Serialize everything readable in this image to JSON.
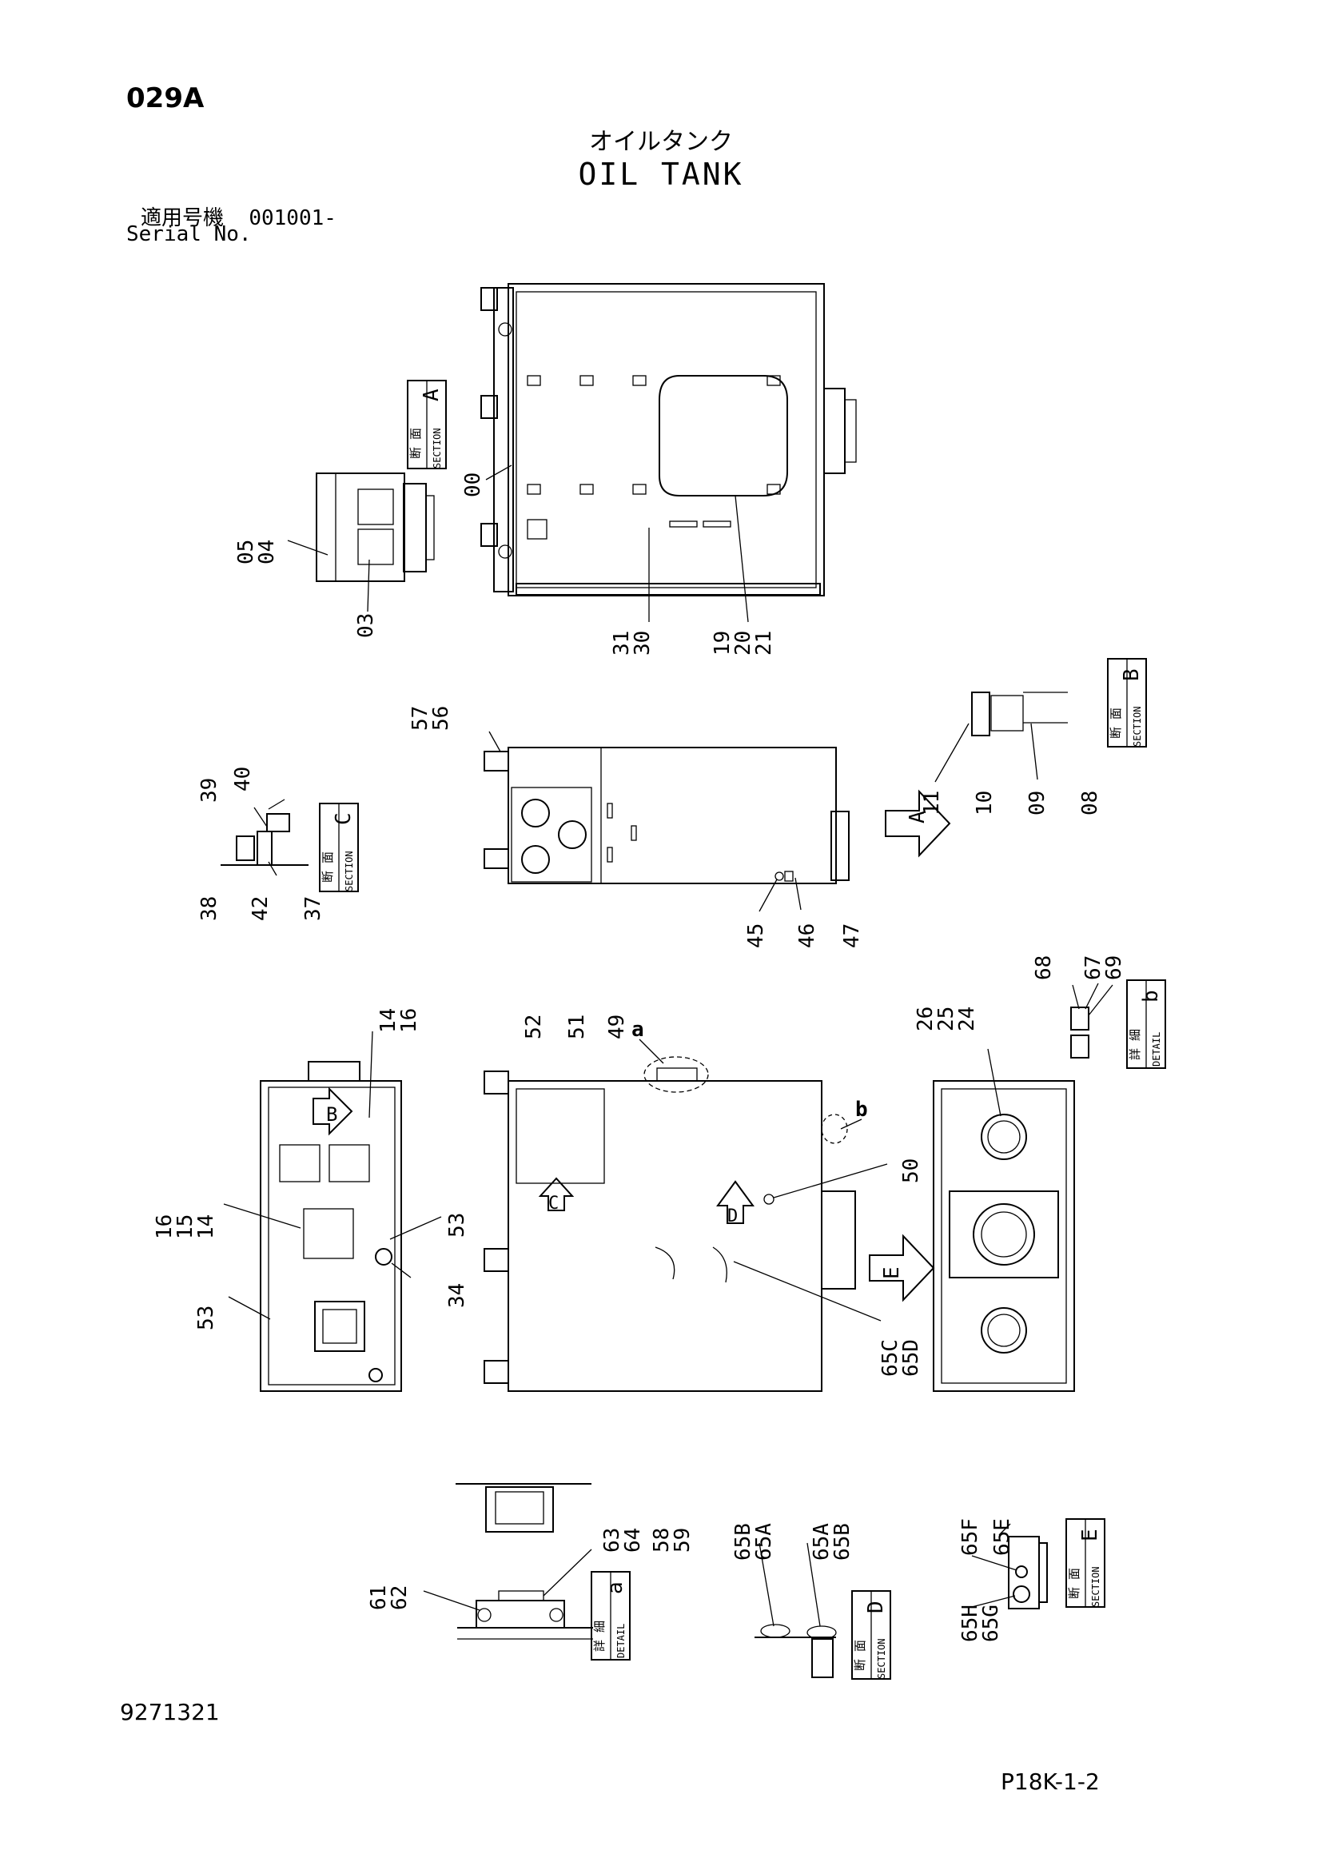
{
  "header": {
    "code": "029A",
    "title_jp": "オイルタンク",
    "title_en": "OIL TANK",
    "serial_label_jp": "適用号機",
    "serial_value": "001001-",
    "serial_label_en": "Serial No."
  },
  "footer": {
    "document_number": "9271321",
    "page_ref": "P18K-1-2"
  },
  "callouts": [
    {
      "key": "c00",
      "text": "00"
    },
    {
      "key": "c05",
      "text": "05"
    },
    {
      "key": "c04",
      "text": "04"
    },
    {
      "key": "c03",
      "text": "03"
    },
    {
      "key": "c31",
      "text": "31"
    },
    {
      "key": "c30",
      "text": "30"
    },
    {
      "key": "c19",
      "text": "19"
    },
    {
      "key": "c20",
      "text": "20"
    },
    {
      "key": "c21",
      "text": "21"
    },
    {
      "key": "c57",
      "text": "57"
    },
    {
      "key": "c56",
      "text": "56"
    },
    {
      "key": "c39",
      "text": "39"
    },
    {
      "key": "c40",
      "text": "40"
    },
    {
      "key": "c38",
      "text": "38"
    },
    {
      "key": "c42",
      "text": "42"
    },
    {
      "key": "c37",
      "text": "37"
    },
    {
      "key": "c11",
      "text": "11"
    },
    {
      "key": "c10",
      "text": "10"
    },
    {
      "key": "c09",
      "text": "09"
    },
    {
      "key": "c08",
      "text": "08"
    },
    {
      "key": "c45",
      "text": "45"
    },
    {
      "key": "c46",
      "text": "46"
    },
    {
      "key": "c47",
      "text": "47"
    },
    {
      "key": "c68",
      "text": "68"
    },
    {
      "key": "c67",
      "text": "67"
    },
    {
      "key": "c69",
      "text": "69"
    },
    {
      "key": "c14a",
      "text": "14"
    },
    {
      "key": "c16a",
      "text": "16"
    },
    {
      "key": "c52",
      "text": "52"
    },
    {
      "key": "c51",
      "text": "51"
    },
    {
      "key": "c49",
      "text": "49"
    },
    {
      "key": "c26",
      "text": "26"
    },
    {
      "key": "c25",
      "text": "25"
    },
    {
      "key": "c24",
      "text": "24"
    },
    {
      "key": "c16b",
      "text": "16"
    },
    {
      "key": "c15",
      "text": "15"
    },
    {
      "key": "c14b",
      "text": "14"
    },
    {
      "key": "c53a",
      "text": "53"
    },
    {
      "key": "c53b",
      "text": "53"
    },
    {
      "key": "c34",
      "text": "34"
    },
    {
      "key": "c50",
      "text": "50"
    },
    {
      "key": "c65C",
      "text": "65C"
    },
    {
      "key": "c65D",
      "text": "65D"
    },
    {
      "key": "c63",
      "text": "63"
    },
    {
      "key": "c64",
      "text": "64"
    },
    {
      "key": "c58",
      "text": "58"
    },
    {
      "key": "c59",
      "text": "59"
    },
    {
      "key": "c61",
      "text": "61"
    },
    {
      "key": "c62",
      "text": "62"
    },
    {
      "key": "c65B1",
      "text": "65B"
    },
    {
      "key": "c65A1",
      "text": "65A"
    },
    {
      "key": "c65A2",
      "text": "65A"
    },
    {
      "key": "c65B2",
      "text": "65B"
    },
    {
      "key": "c65F",
      "text": "65F"
    },
    {
      "key": "c65E",
      "text": "65E"
    },
    {
      "key": "c65H",
      "text": "65H"
    },
    {
      "key": "c65G",
      "text": "65G"
    },
    {
      "key": "la",
      "text": "a"
    },
    {
      "key": "lb",
      "text": "b"
    }
  ],
  "section_boxes": [
    {
      "key": "secA",
      "jp": "断 面",
      "en": "SECTION",
      "letter": "A"
    },
    {
      "key": "secB",
      "jp": "断 面",
      "en": "SECTION",
      "letter": "B"
    },
    {
      "key": "secC",
      "jp": "断 面",
      "en": "SECTION",
      "letter": "C"
    },
    {
      "key": "secD",
      "jp": "断 面",
      "en": "SECTION",
      "letter": "D"
    },
    {
      "key": "secE",
      "jp": "断 面",
      "en": "SECTION",
      "letter": "E"
    },
    {
      "key": "detb",
      "jp": "詳 細",
      "en": "DETAIL",
      "letter": "b"
    },
    {
      "key": "deta",
      "jp": "詳 細",
      "en": "DETAIL",
      "letter": "a"
    }
  ],
  "view_arrows": [
    {
      "key": "arrA",
      "letter": "A"
    },
    {
      "key": "arrB",
      "letter": "B"
    },
    {
      "key": "arrC",
      "letter": "C"
    },
    {
      "key": "arrD",
      "letter": "D"
    },
    {
      "key": "arrE",
      "letter": "E"
    }
  ]
}
